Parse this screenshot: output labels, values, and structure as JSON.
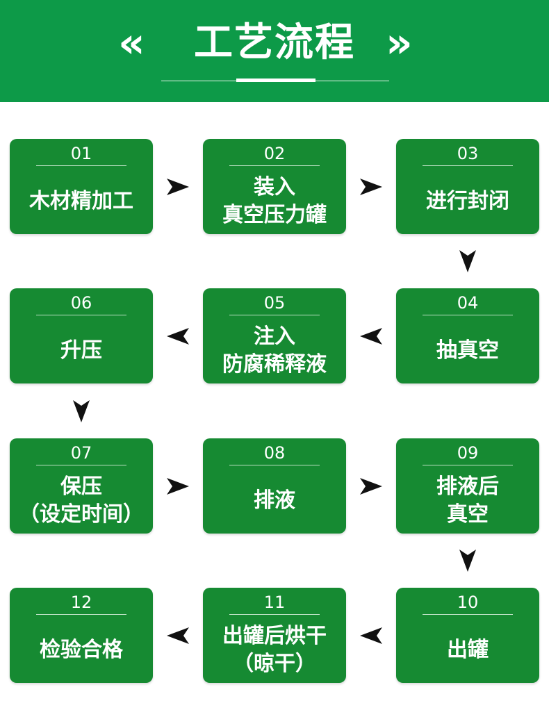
{
  "header": {
    "title": "工艺流程",
    "deco_left": "«",
    "deco_right": "»",
    "bg_color": "#0d9a48"
  },
  "box_color": "#168a32",
  "steps": [
    {
      "num": "01",
      "lines": [
        "木材精加工"
      ]
    },
    {
      "num": "02",
      "lines": [
        "装入",
        "真空压力罐"
      ]
    },
    {
      "num": "03",
      "lines": [
        "进行封闭"
      ]
    },
    {
      "num": "04",
      "lines": [
        "抽真空"
      ]
    },
    {
      "num": "05",
      "lines": [
        "注入",
        "防腐稀释液"
      ]
    },
    {
      "num": "06",
      "lines": [
        "升压"
      ]
    },
    {
      "num": "07",
      "lines": [
        "保压",
        "（设定时间）"
      ]
    },
    {
      "num": "08",
      "lines": [
        "排液"
      ]
    },
    {
      "num": "09",
      "lines": [
        "排液后",
        "真空"
      ]
    },
    {
      "num": "10",
      "lines": [
        "出罐"
      ]
    },
    {
      "num": "11",
      "lines": [
        "出罐后烘干",
        "（晾干）"
      ]
    },
    {
      "num": "12",
      "lines": [
        "检验合格"
      ]
    }
  ],
  "arrows": [
    {
      "from": "01",
      "to": "02",
      "direction": "right"
    },
    {
      "from": "02",
      "to": "03",
      "direction": "right"
    },
    {
      "from": "03",
      "to": "04",
      "direction": "down"
    },
    {
      "from": "04",
      "to": "05",
      "direction": "left"
    },
    {
      "from": "05",
      "to": "06",
      "direction": "left"
    },
    {
      "from": "06",
      "to": "07",
      "direction": "down"
    },
    {
      "from": "07",
      "to": "08",
      "direction": "right"
    },
    {
      "from": "08",
      "to": "09",
      "direction": "right"
    },
    {
      "from": "09",
      "to": "10",
      "direction": "down"
    },
    {
      "from": "10",
      "to": "11",
      "direction": "left"
    },
    {
      "from": "11",
      "to": "12",
      "direction": "left"
    }
  ]
}
